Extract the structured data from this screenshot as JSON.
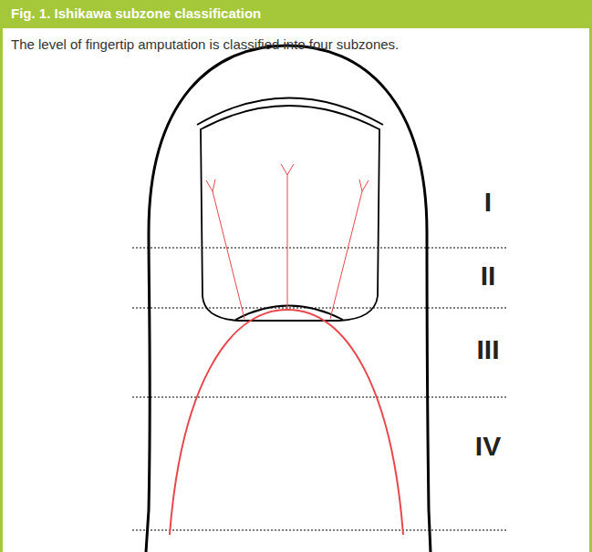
{
  "diagram": {
    "title": "Fig. 1. Ishikawa subzone classification",
    "caption": "The level of fingertip amputation is classified into four subzones.",
    "labels": [
      "I",
      "II",
      "III",
      "IV"
    ]
  }
}
